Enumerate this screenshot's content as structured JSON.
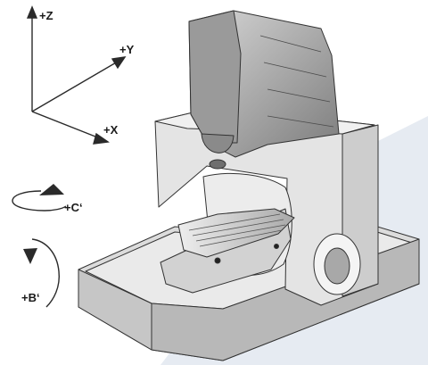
{
  "axes": {
    "z_label": "+Z",
    "y_label": "+Y",
    "x_label": "+X"
  },
  "rotations": {
    "c_label": "+C‘",
    "b_label": "+B‘"
  },
  "colors": {
    "machine_light": "#e9e9e9",
    "machine_mid": "#cfcfcf",
    "machine_dark": "#8f8f8f",
    "outline": "#333333",
    "background_band": "#e6ebf2"
  }
}
